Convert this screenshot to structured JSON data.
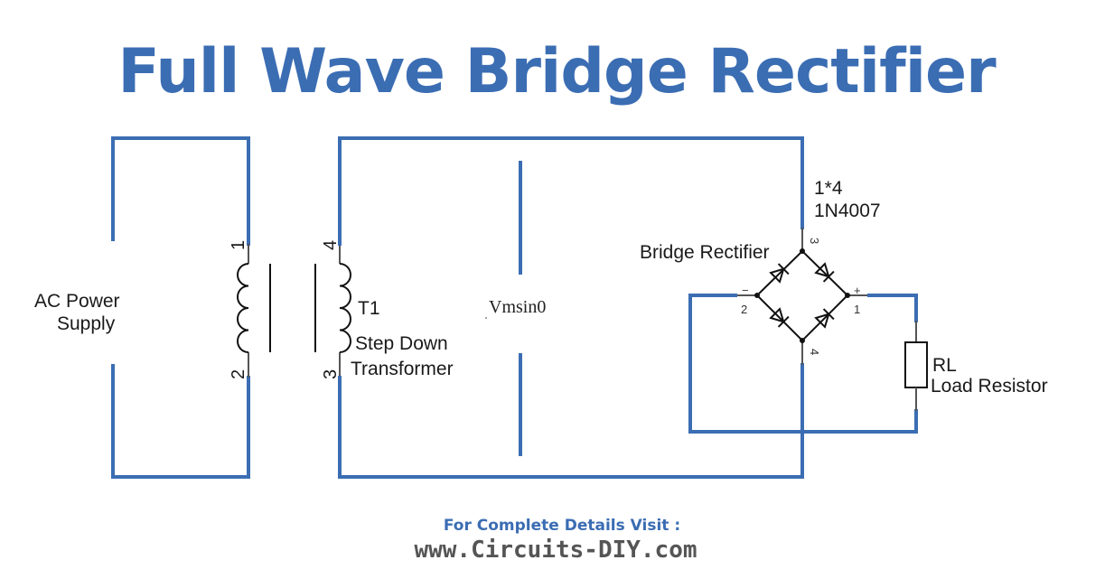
{
  "title": "Full Wave Bridge Rectifier",
  "colors": {
    "wire": "#3b6db3",
    "title": "#3b6db3",
    "component": "#111111"
  },
  "ac_supply": {
    "line1": "AC Power",
    "line2": "Supply"
  },
  "transformer": {
    "pins": {
      "p1": "1",
      "p2": "2",
      "p3": "3",
      "p4": "4"
    },
    "ref": "T1",
    "line1": "Step Down",
    "line2": "Transformer"
  },
  "source_label": "Vmsin0",
  "bridge": {
    "qty": "1*4",
    "part": "1N4007",
    "label": "Bridge Rectifier",
    "pins": {
      "p1": "1",
      "p2": "2",
      "p3": "3",
      "p4": "4",
      "plus": "+",
      "minus": "−"
    }
  },
  "load": {
    "ref": "RL",
    "label": "Load Resistor"
  },
  "footer": {
    "visit": "For Complete Details Visit :",
    "url": "www.Circuits-DIY.com"
  }
}
